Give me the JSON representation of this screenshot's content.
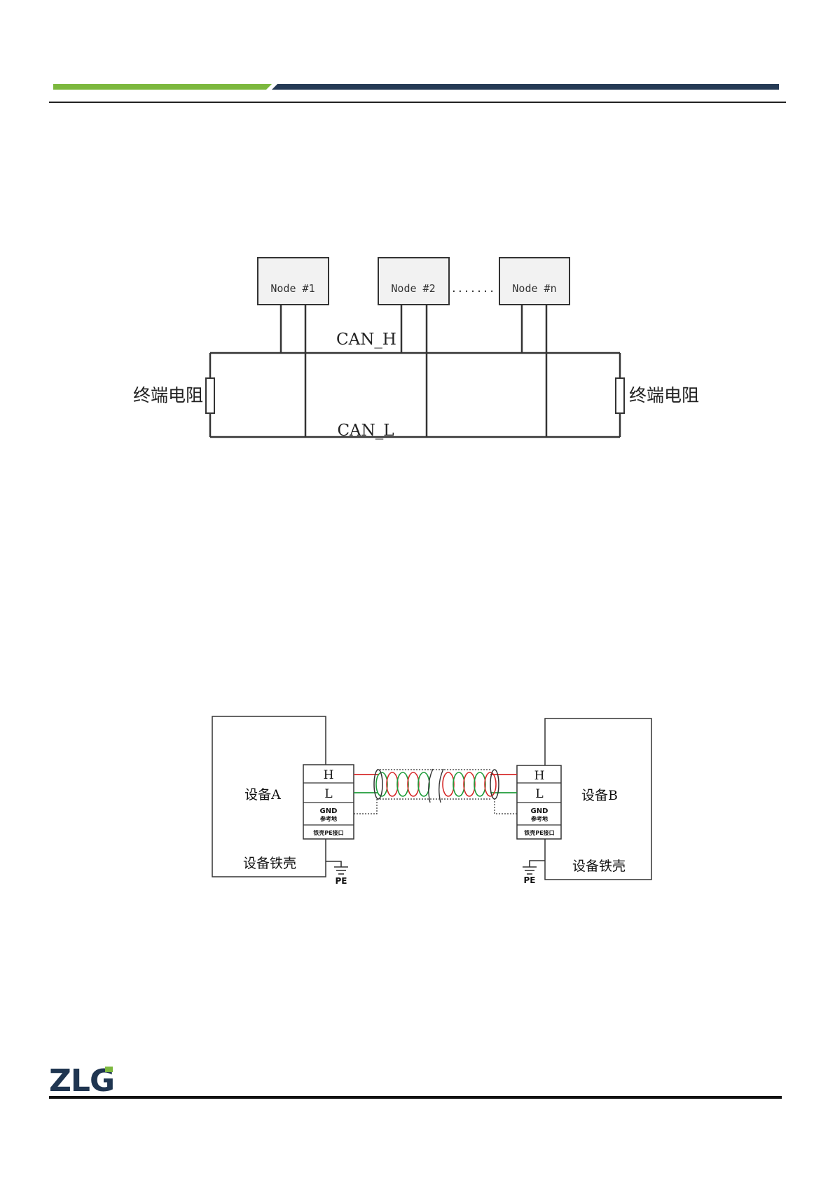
{
  "header": {
    "accent_green": "#7cb83e",
    "accent_navy": "#253a55"
  },
  "bus_diagram": {
    "nodes": [
      "Node  #1",
      "Node  #2",
      "Node  #n"
    ],
    "ellipsis": ".......",
    "can_h_label": "CAN_H",
    "can_l_label": "CAN_L",
    "terminator_left": "终端电阻",
    "terminator_right": "终端电阻"
  },
  "wiring_diagram": {
    "device_a": "设备A",
    "device_b": "设备B",
    "chassis_a": "设备铁壳",
    "chassis_b": "设备铁壳",
    "pins": {
      "h": "H",
      "l": "L",
      "gnd": "GND",
      "gnd_sub": "参考地",
      "pe": "铁壳PE接口"
    },
    "pe_label": "PE",
    "wire_colors": {
      "h": "#d62b2b",
      "l": "#1e9c3a"
    }
  },
  "footer": {
    "logo_text": "ZLG",
    "logo_color": "#1f3550",
    "logo_accent": "#7cb83e"
  }
}
